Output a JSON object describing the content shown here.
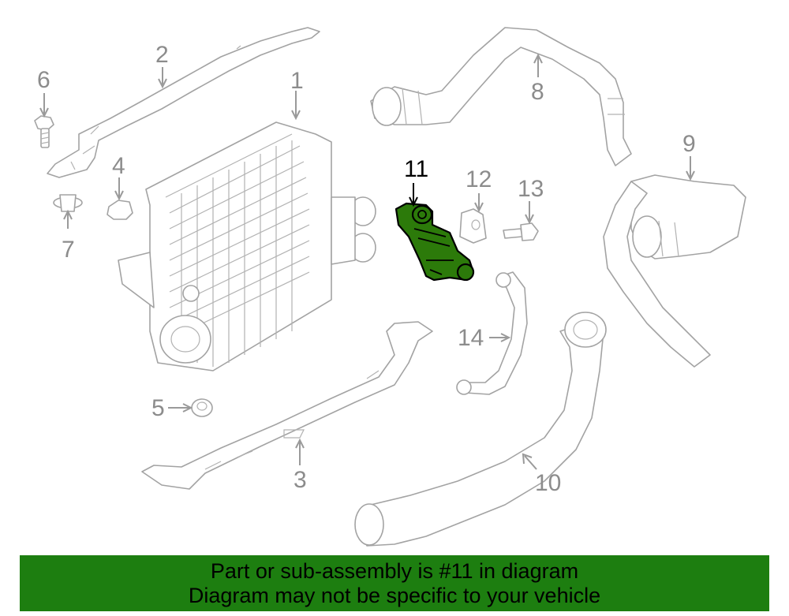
{
  "callouts": [
    {
      "id": "1",
      "label": "1"
    },
    {
      "id": "2",
      "label": "2"
    },
    {
      "id": "3",
      "label": "3"
    },
    {
      "id": "4",
      "label": "4"
    },
    {
      "id": "5",
      "label": "5"
    },
    {
      "id": "6",
      "label": "6"
    },
    {
      "id": "7",
      "label": "7"
    },
    {
      "id": "8",
      "label": "8"
    },
    {
      "id": "9",
      "label": "9"
    },
    {
      "id": "10",
      "label": "10"
    },
    {
      "id": "11",
      "label": "11"
    },
    {
      "id": "12",
      "label": "12"
    },
    {
      "id": "13",
      "label": "13"
    },
    {
      "id": "14",
      "label": "14"
    }
  ],
  "highlighted_part": "11",
  "colors": {
    "highlight": "#2c7a0a",
    "banner": "#1d7e10",
    "part_stroke": "#a3a3a3"
  },
  "banner": {
    "line1": "Part or sub-assembly is #11 in diagram",
    "line2": "Diagram may not be specific to your vehicle"
  }
}
